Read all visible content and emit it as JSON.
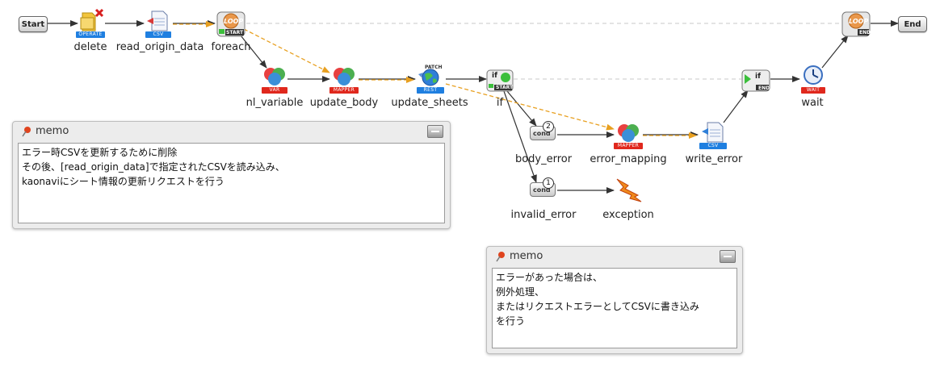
{
  "nodes": {
    "start": {
      "label": "Start"
    },
    "end": {
      "label": "End"
    },
    "delete": {
      "label": "delete",
      "tag": "OPERATE",
      "icon": "file-delete-icon"
    },
    "read_origin_data": {
      "label": "read_origin_data",
      "tag": "CSV",
      "icon": "csv-icon"
    },
    "foreach": {
      "label": "foreach",
      "icon": "loop-start-icon",
      "icon_text": "LOOP",
      "sub": "START"
    },
    "nl_variable": {
      "label": "nl_variable",
      "tag": "VAR",
      "icon": "variable-icon"
    },
    "update_body": {
      "label": "update_body",
      "tag": "MAPPER",
      "icon": "mapper-icon"
    },
    "update_sheets": {
      "label": "update_sheets",
      "tag": "REST",
      "top_tag": "PATCH",
      "icon": "rest-globe-icon"
    },
    "if": {
      "label": "if",
      "icon_text": "if",
      "sub": "START",
      "icon": "if-start-icon"
    },
    "body_error": {
      "label": "body_error",
      "icon_text": "cond",
      "badge": "2",
      "icon": "condition-icon"
    },
    "invalid_error": {
      "label": "invalid_error",
      "icon_text": "cond",
      "badge": "1",
      "icon": "condition-icon"
    },
    "error_mapping": {
      "label": "error_mapping",
      "tag": "MAPPER",
      "icon": "mapper-icon"
    },
    "exception": {
      "label": "exception",
      "icon": "exception-bolt-icon"
    },
    "write_error": {
      "label": "write_error",
      "tag": "CSV",
      "icon": "csv-icon"
    },
    "if_end": {
      "icon_text": "if",
      "sub": "END",
      "icon": "if-end-icon"
    },
    "wait": {
      "label": "wait",
      "tag": "WAIT",
      "icon": "clock-icon"
    },
    "loop_end": {
      "icon_text": "LOOP",
      "sub": "END",
      "icon": "loop-end-icon"
    }
  },
  "memos": [
    {
      "title": "memo",
      "lines": [
        "エラー時CSVを更新するために削除",
        "その後、[read_origin_data]で指定されたCSVを読み込み、",
        "kaonaviにシート情報の更新リクエストを行う"
      ]
    },
    {
      "title": "memo",
      "lines": [
        "エラーがあった場合は、",
        "例外処理、",
        "またはリクエストエラーとしてCSVに書き込み",
        "を行う"
      ]
    }
  ],
  "colors": {
    "process_line": "#333333",
    "data_flow": "#e8a020",
    "block_line": "#c8c8c8",
    "tag_blue": "#1f7fe0",
    "tag_red": "#e0281d"
  }
}
